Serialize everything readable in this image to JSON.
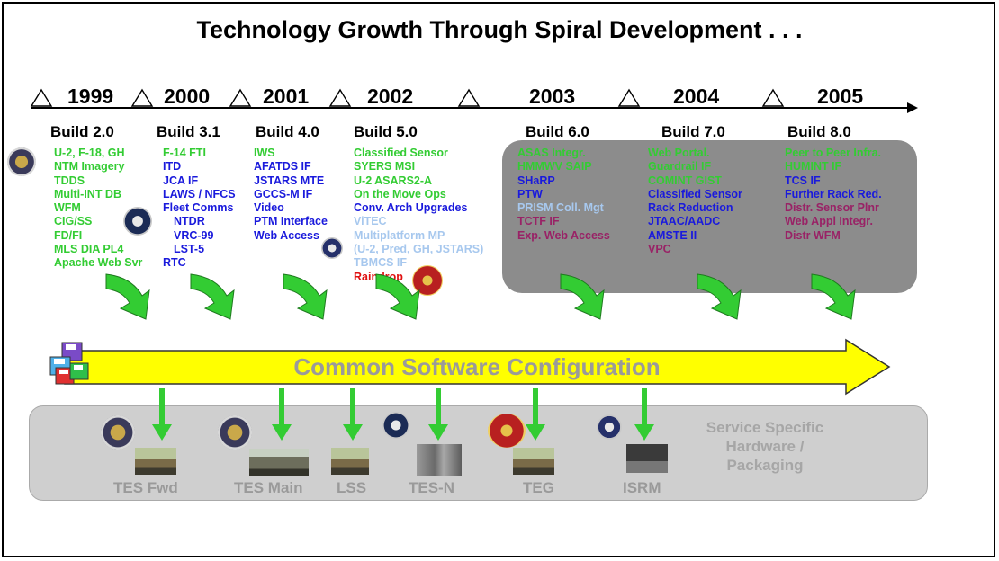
{
  "title": "Technology Growth Through Spiral Development . . .",
  "years": [
    "1999",
    "2000",
    "2001",
    "2002",
    "2003",
    "2004",
    "2005"
  ],
  "builds": [
    {
      "label": "Build 2.0",
      "items": [
        {
          "text": "U-2, F-18, GH",
          "color": "#33cc33"
        },
        {
          "text": "NTM Imagery",
          "color": "#33cc33"
        },
        {
          "text": "TDDS",
          "color": "#33cc33"
        },
        {
          "text": "Multi-INT DB",
          "color": "#33cc33"
        },
        {
          "text": "WFM",
          "color": "#33cc33"
        },
        {
          "text": "CIG/SS",
          "color": "#33cc33"
        },
        {
          "text": "FD/FI",
          "color": "#33cc33"
        },
        {
          "text": "MLS DIA PL4",
          "color": "#33cc33"
        },
        {
          "text": "Apache Web Svr",
          "color": "#33cc33"
        }
      ]
    },
    {
      "label": "Build 3.1",
      "items": [
        {
          "text": "F-14 FTI",
          "color": "#33cc33"
        },
        {
          "text": "ITD",
          "color": "#1a1adc"
        },
        {
          "text": "JCA IF",
          "color": "#1a1adc"
        },
        {
          "text": "LAWS / NFCS",
          "color": "#1a1adc"
        },
        {
          "text": "Fleet Comms",
          "color": "#1a1adc"
        },
        {
          "text": "NTDR",
          "color": "#1a1adc",
          "indent": true
        },
        {
          "text": "VRC-99",
          "color": "#1a1adc",
          "indent": true
        },
        {
          "text": "LST-5",
          "color": "#1a1adc",
          "indent": true
        },
        {
          "text": "RTC",
          "color": "#1a1adc"
        }
      ]
    },
    {
      "label": "Build 4.0",
      "items": [
        {
          "text": "IWS",
          "color": "#33cc33"
        },
        {
          "text": "AFATDS IF",
          "color": "#1a1adc"
        },
        {
          "text": "JSTARS MTE",
          "color": "#1a1adc"
        },
        {
          "text": "GCCS-M IF",
          "color": "#1a1adc"
        },
        {
          "text": "Video",
          "color": "#1a1adc"
        },
        {
          "text": "PTM Interface",
          "color": "#1a1adc"
        },
        {
          "text": "Web Access",
          "color": "#1a1adc"
        }
      ]
    },
    {
      "label": "Build 5.0",
      "items": [
        {
          "text": "Classified Sensor",
          "color": "#33cc33"
        },
        {
          "text": "SYERS MSI",
          "color": "#33cc33"
        },
        {
          "text": "U-2 ASARS2-A",
          "color": "#33cc33"
        },
        {
          "text": "On the Move Ops",
          "color": "#33cc33"
        },
        {
          "text": "Conv. Arch Upgrades",
          "color": "#1a1adc"
        },
        {
          "text": "ViTEC",
          "color": "#a7c8ee"
        },
        {
          "text": "Multiplatform MP",
          "color": "#a7c8ee"
        },
        {
          "text": "(U-2, Pred, GH, JSTARS)",
          "color": "#a7c8ee"
        },
        {
          "text": "TBMCS IF",
          "color": "#a7c8ee"
        },
        {
          "text": "Raindrop",
          "color": "#e01010"
        }
      ]
    },
    {
      "label": "Build 6.0",
      "items": [
        {
          "text": "ASAS Integr.",
          "color": "#33cc33"
        },
        {
          "text": "HMMWV SAIP",
          "color": "#33cc33"
        },
        {
          "text": "SHaRP",
          "color": "#1a1adc"
        },
        {
          "text": "PTW",
          "color": "#1a1adc"
        },
        {
          "text": "PRISM Coll. Mgt",
          "color": "#a7c8ee"
        },
        {
          "text": "TCTF IF",
          "color": "#992266"
        },
        {
          "text": "Exp. Web Access",
          "color": "#992266"
        }
      ]
    },
    {
      "label": "Build 7.0",
      "items": [
        {
          "text": "Web Portal.",
          "color": "#33cc33"
        },
        {
          "text": "Guardrail IF",
          "color": "#33cc33"
        },
        {
          "text": "COMINT GIST",
          "color": "#33cc33"
        },
        {
          "text": "Classified Sensor",
          "color": "#1a1adc"
        },
        {
          "text": "Rack Reduction",
          "color": "#1a1adc"
        },
        {
          "text": "JTAAC/AADC",
          "color": "#1a1adc"
        },
        {
          "text": "AMSTE II",
          "color": "#1a1adc"
        },
        {
          "text": "VPC",
          "color": "#992266"
        }
      ]
    },
    {
      "label": "Build 8.0",
      "items": [
        {
          "text": "Peer to Peer Infra.",
          "color": "#33cc33"
        },
        {
          "text": "HUMINT IF",
          "color": "#33cc33"
        },
        {
          "text": "TCS IF",
          "color": "#1a1adc"
        },
        {
          "text": "Further Rack Red.",
          "color": "#1a1adc"
        },
        {
          "text": "Distr. Sensor Plnr",
          "color": "#992266"
        },
        {
          "text": "Web Appl Integr.",
          "color": "#992266"
        },
        {
          "text": "Distr WFM",
          "color": "#992266"
        }
      ]
    }
  ],
  "common_config": "Common Software Configuration",
  "hardware": [
    "TES Fwd",
    "TES Main",
    "LSS",
    "TES-N",
    "TEG",
    "ISRM"
  ],
  "service_specific": [
    "Service Specific",
    "Hardware /",
    "Packaging"
  ],
  "colors": {
    "arrow_fill": "#ffff00",
    "green_arrow": "#33cc33",
    "panel_gray": "#8c8c8c",
    "hw_panel": "#cfcfcf"
  }
}
